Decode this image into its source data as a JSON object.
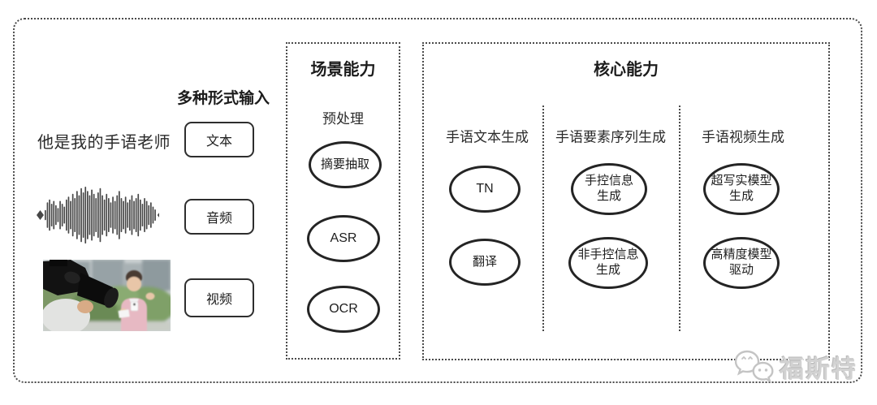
{
  "colors": {
    "ink": "#242424",
    "dotted_border": "#4a4a4a",
    "watermark": "#d2d2d2",
    "background": "#ffffff"
  },
  "input_section": {
    "heading": "多种形式输入",
    "rows": [
      {
        "kind": "text",
        "sample": "他是我的手语老师",
        "label": "文本"
      },
      {
        "kind": "audio",
        "label": "音频"
      },
      {
        "kind": "video",
        "label": "视频"
      }
    ]
  },
  "scene_box": {
    "title": "场景能力",
    "subtitle": "预处理",
    "nodes": [
      "摘要抽取",
      "ASR",
      "OCR"
    ]
  },
  "core_box": {
    "title": "核心能力",
    "columns": [
      {
        "header": "手语文本生成",
        "nodes": [
          "TN",
          "翻译"
        ]
      },
      {
        "header": "手语要素序列生成",
        "nodes": [
          "手控信息\n生成",
          "非手控信息\n生成"
        ]
      },
      {
        "header": "手语视频生成",
        "nodes": [
          "超写实模型\n生成",
          "高精度模型\n驱动"
        ]
      }
    ]
  },
  "watermark": {
    "icon": "chat-bubbles-icon",
    "text": "福斯特"
  },
  "waveform": {
    "amplitudes": [
      0.18,
      0.45,
      0.55,
      0.4,
      0.5,
      0.35,
      0.25,
      0.5,
      0.4,
      0.3,
      0.55,
      0.65,
      0.5,
      0.75,
      0.6,
      0.85,
      0.7,
      0.95,
      0.8,
      1.0,
      0.85,
      0.7,
      0.9,
      0.75,
      0.6,
      0.8,
      0.95,
      0.7,
      0.55,
      0.75,
      0.6,
      0.45,
      0.65,
      0.5,
      0.7,
      0.85,
      0.6,
      0.5,
      0.65,
      0.45,
      0.55,
      0.7,
      0.5,
      0.6,
      0.75,
      0.55,
      0.4,
      0.6,
      0.5,
      0.35,
      0.45,
      0.3,
      0.2
    ]
  }
}
